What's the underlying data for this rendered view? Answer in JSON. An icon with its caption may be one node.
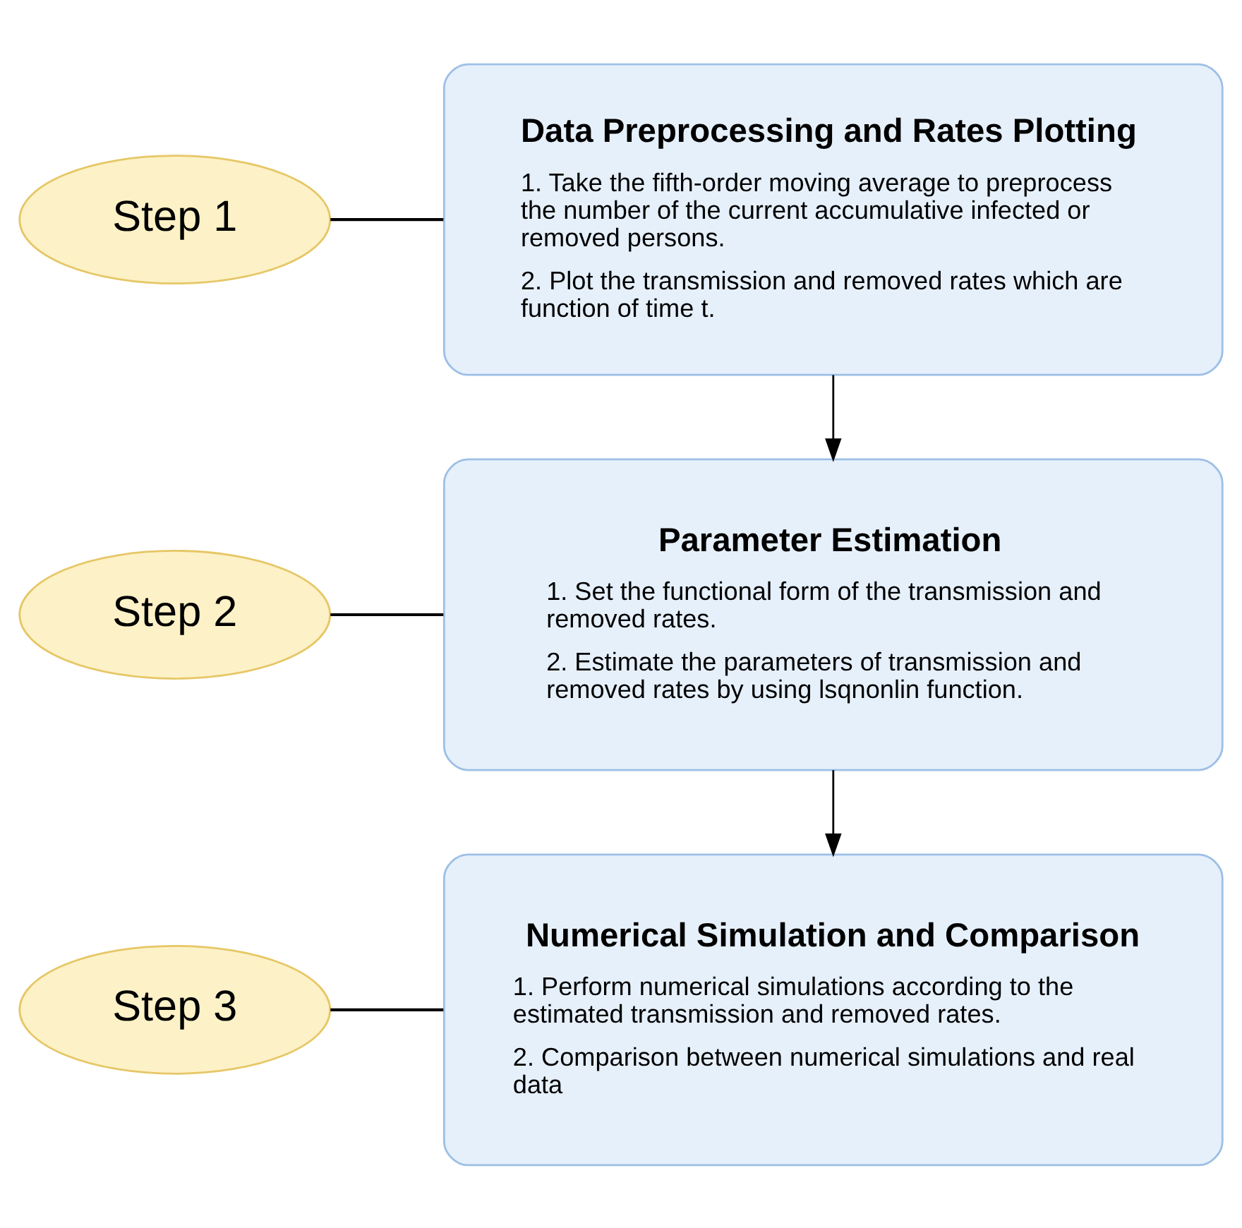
{
  "diagram": {
    "nodes": [
      {
        "text": [
          "Step 1"
        ]
      },
      {
        "text": [
          "Data Preprocessing and Rates Plotting",
          "1. Take the fifth-order moving average to preprocess the number of the current accumulative infected or removed persons.",
          "2. Plot the transmission and removed rates which are function of time t."
        ]
      },
      {
        "text": [
          "Step 2"
        ]
      },
      {
        "text": [
          "Parameter Estimation",
          "1. Set the functional form of the transmission and removed rates.",
          "2. Estimate the parameters of transmission and removed rates by using lsqnonlin function."
        ]
      },
      {
        "text": [
          "Step 3"
        ]
      },
      {
        "text": [
          "Numerical Simulation and Comparison",
          "1. Perform numerical simulations according to the estimated transmission and removed rates.",
          "2. Comparison between numerical simulations and real data"
        ]
      }
    ],
    "edges": [
      {
        "from": 0,
        "to": 1,
        "arrow": "none"
      },
      {
        "from": 1,
        "to": 3,
        "arrow": "to"
      },
      {
        "from": 2,
        "to": 3,
        "arrow": "none"
      },
      {
        "from": 3,
        "to": 5,
        "arrow": "to"
      },
      {
        "from": 4,
        "to": 5,
        "arrow": "none"
      }
    ]
  }
}
